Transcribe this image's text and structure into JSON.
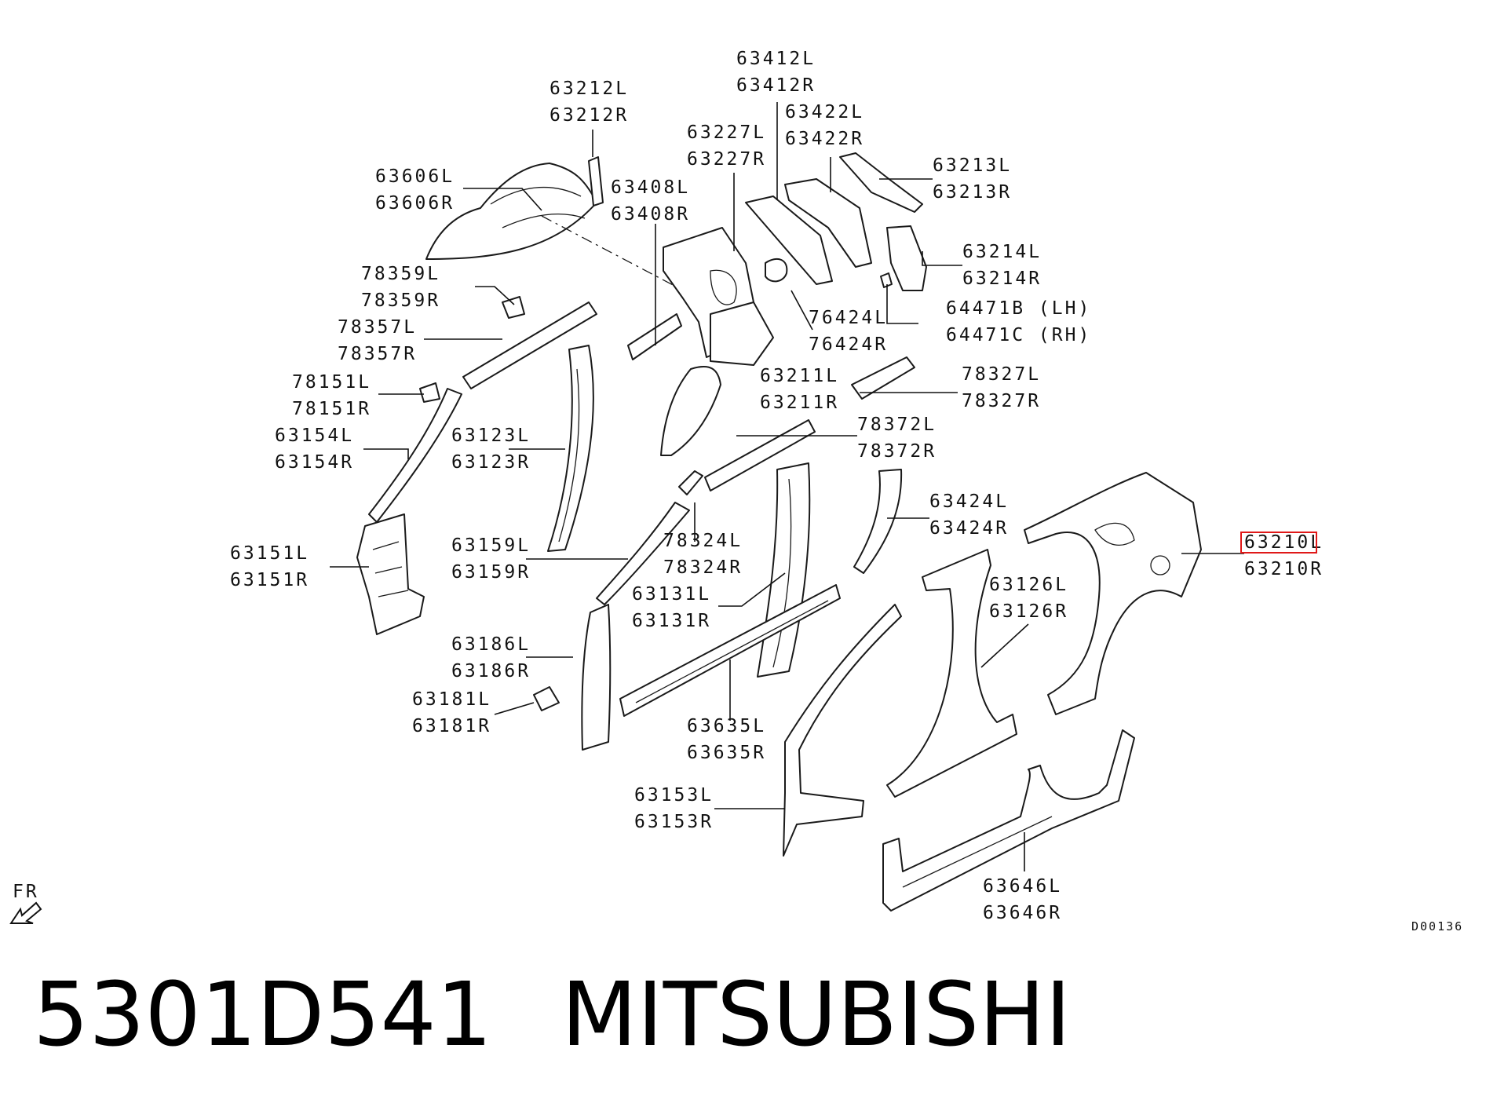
{
  "diagram": {
    "labels": {
      "p63212L": "63212L",
      "p63212R": "63212R",
      "p63412L": "63412L",
      "p63412R": "63412R",
      "p63422L": "63422L",
      "p63422R": "63422R",
      "p63227L": "63227L",
      "p63227R": "63227R",
      "p63606L": "63606L",
      "p63606R": "63606R",
      "p63408L": "63408L",
      "p63408R": "63408R",
      "p63213L": "63213L",
      "p63213R": "63213R",
      "p63214L": "63214L",
      "p63214R": "63214R",
      "p78359L": "78359L",
      "p78359R": "78359R",
      "p64471B": "64471B (LH)",
      "p64471C": "64471C (RH)",
      "p78357L": "78357L",
      "p78357R": "78357R",
      "p76424L": "76424L",
      "p76424R": "76424R",
      "p78151L": "78151L",
      "p78151R": "78151R",
      "p63211L": "63211L",
      "p63211R": "63211R",
      "p78327L": "78327L",
      "p78327R": "78327R",
      "p63154L": "63154L",
      "p63154R": "63154R",
      "p63123L": "63123L",
      "p63123R": "63123R",
      "p78372L": "78372L",
      "p78372R": "78372R",
      "p63424L": "63424L",
      "p63424R": "63424R",
      "p63151L": "63151L",
      "p63151R": "63151R",
      "p63159L": "63159L",
      "p63159R": "63159R",
      "p78324L": "78324L",
      "p78324R": "78324R",
      "p63210L": "63210L",
      "p63210R": "63210R",
      "p63126L": "63126L",
      "p63126R": "63126R",
      "p63131L": "63131L",
      "p63131R": "63131R",
      "p63186L": "63186L",
      "p63186R": "63186R",
      "p63181L": "63181L",
      "p63181R": "63181R",
      "p63635L": "63635L",
      "p63635R": "63635R",
      "p63153L": "63153L",
      "p63153R": "63153R",
      "p63646L": "63646L",
      "p63646R": "63646R"
    },
    "highlighted_part": "63210L",
    "highlight_color": "#e01818",
    "direction_label": "FR",
    "direction_icon": "front-arrow-icon",
    "diagram_code": "D00136"
  },
  "footer": {
    "part_number": "5301D541",
    "brand": "MITSUBISHI"
  }
}
